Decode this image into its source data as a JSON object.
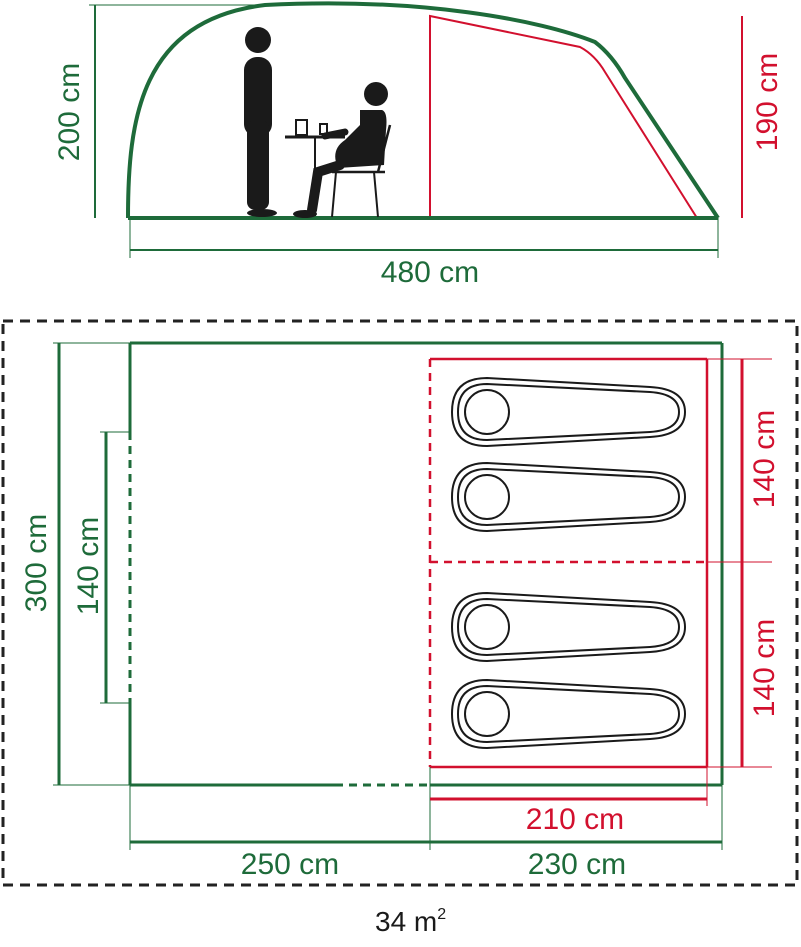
{
  "colors": {
    "green": "#1e6b3a",
    "red": "#d2102e",
    "black": "#1a1a1a",
    "frame": "#222222"
  },
  "side_view": {
    "height_outer": "200 cm",
    "height_bedroom": "190 cm",
    "length": "480 cm"
  },
  "floor_plan": {
    "width": "300 cm",
    "door_width": "140 cm",
    "bedroom_width_top": "140 cm",
    "bedroom_width_bottom": "140 cm",
    "bedroom_depth": "210 cm",
    "living_length": "250 cm",
    "bedroom_length": "230 cm",
    "sleeping_bag_count": 4
  },
  "area": {
    "value": "34 m",
    "exponent": "2"
  }
}
